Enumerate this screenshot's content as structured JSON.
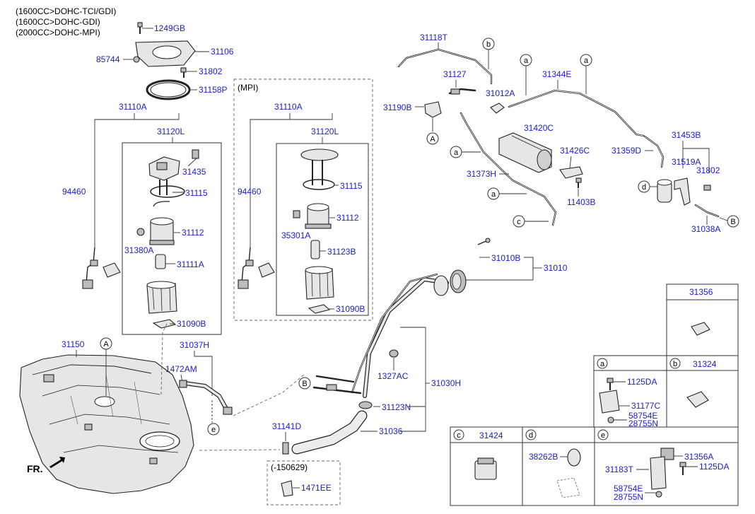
{
  "header": {
    "variant_lines": [
      "(1600CC>DOHC-TCI/GDI)",
      "(1600CC>DOHC-GDI)",
      "(2000CC>DOHC-MPI)"
    ]
  },
  "sections": {
    "mpi": "(MPI)",
    "bracket_note": "(-150629)"
  },
  "footer": {
    "fr_label": "FR."
  },
  "part_labels": {
    "p1249GB": "1249GB",
    "p31106": "31106",
    "p85744": "85744",
    "p31802a": "31802",
    "p31158P": "31158P",
    "p31110Aa": "31110A",
    "p31120La": "31120L",
    "p31435": "31435",
    "p31115a": "31115",
    "p94460a": "94460",
    "p31112a": "31112",
    "p31380A": "31380A",
    "p31111A": "31111A",
    "p31090Ba": "31090B",
    "p31110Ab": "31110A",
    "p31120Lb": "31120L",
    "p31115b": "31115",
    "p94460b": "94460",
    "p31112b": "31112",
    "p35301A": "35301A",
    "p31123B": "31123B",
    "p31090Bb": "31090B",
    "p31118T": "31118T",
    "p31127": "31127",
    "p31012A": "31012A",
    "p31344E": "31344E",
    "p31190B": "31190B",
    "p31420C": "31420C",
    "p31426C": "31426C",
    "p31373H": "31373H",
    "p11403B": "11403B",
    "p31453B": "31453B",
    "p31359D": "31359D",
    "p31519A": "31519A",
    "p31802b": "31802",
    "p31038A": "31038A",
    "p31010B": "31010B",
    "p31010": "31010",
    "p31150": "31150",
    "p31037H": "31037H",
    "p1472AM": "1472AM",
    "p1327AC": "1327AC",
    "p31030H": "31030H",
    "p31123N": "31123N",
    "p31141D": "31141D",
    "p31036": "31036",
    "p1471EE": "1471EE"
  },
  "callouts": {
    "a": "a",
    "b": "b",
    "c": "c",
    "d": "d",
    "e": "e",
    "A": "A",
    "B": "B"
  },
  "detail_table": {
    "t31356": "31356",
    "a_label": "a",
    "b_label": "b",
    "t31324": "31324",
    "a_1125DA": "1125DA",
    "a_31177C": "31177C",
    "a_58754E": "58754E",
    "a_28755N": "28755N",
    "c_label": "c",
    "t31424": "31424",
    "d_label": "d",
    "e_label": "e",
    "d_38262B": "38262B",
    "e_31356A": "31356A",
    "e_31183T": "31183T",
    "e_1125DA": "1125DA",
    "e_58754E": "58754E",
    "e_28755N": "28755N"
  }
}
